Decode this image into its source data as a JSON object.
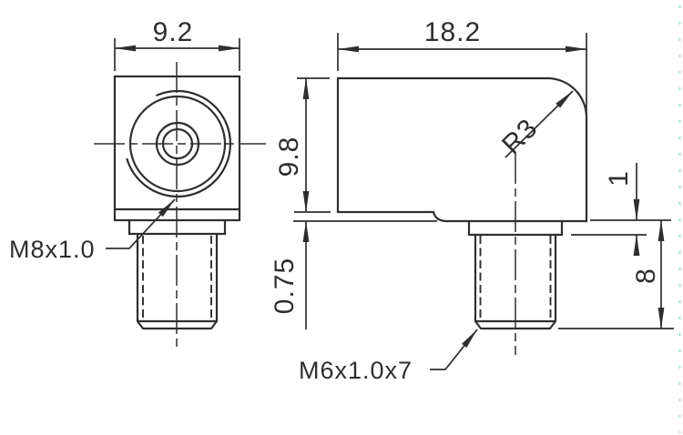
{
  "drawing": {
    "colors": {
      "line": "#2e2e2e",
      "background": "#ffffff",
      "grid_dot": "#b7e4e6"
    },
    "dims": {
      "front_width": "9.2",
      "overall_width": "18.2",
      "body_height": "9.8",
      "flange_thickness": "0.75",
      "corner_radius": "R3",
      "collar_height": "1",
      "stud_length": "8"
    },
    "labels": {
      "front_thread": "M8x1.0",
      "stud_thread": "M6x1.0x7"
    }
  }
}
